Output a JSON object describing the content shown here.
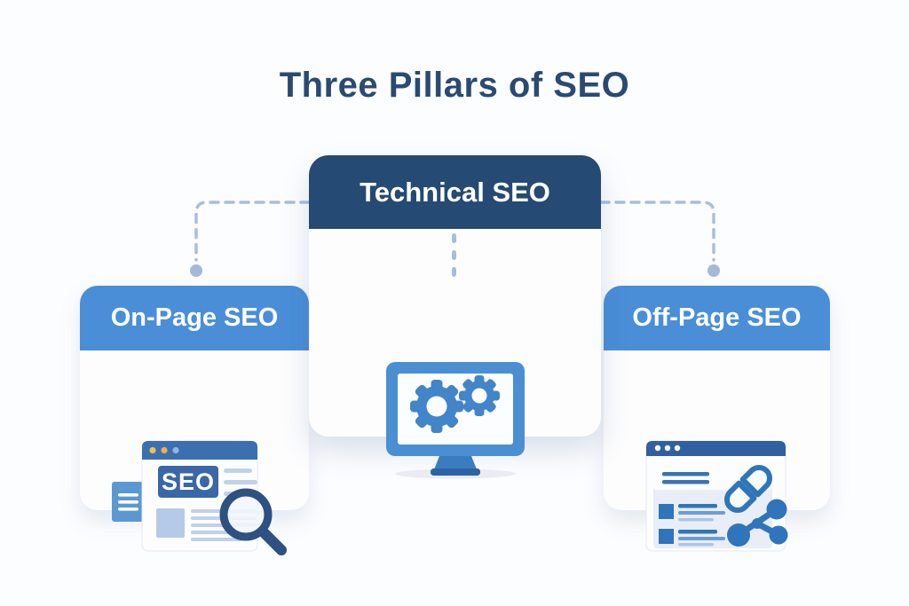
{
  "page": {
    "title": "Three Pillars of SEO"
  },
  "pillars": {
    "technical": {
      "label": "Technical SEO",
      "icon": "monitor-gears-icon"
    },
    "on_page": {
      "label": "On-Page SEO",
      "icon": "browser-seo-magnifier-icon",
      "badge_text": "SEO"
    },
    "off_page": {
      "label": "Off-Page SEO",
      "icon": "browser-link-share-icon"
    }
  },
  "colors": {
    "background": "#fcfdff",
    "title_text": "#2b4a73",
    "technical_header": "#254a73",
    "side_header": "#4a8ed8",
    "icon_primary_blue": "#2e75bb",
    "monitor_blue": "#4b8fd3",
    "browser_bar_left": "#3c6fb0",
    "browser_bar_right": "#30609f",
    "connector": "#a9bedd"
  }
}
